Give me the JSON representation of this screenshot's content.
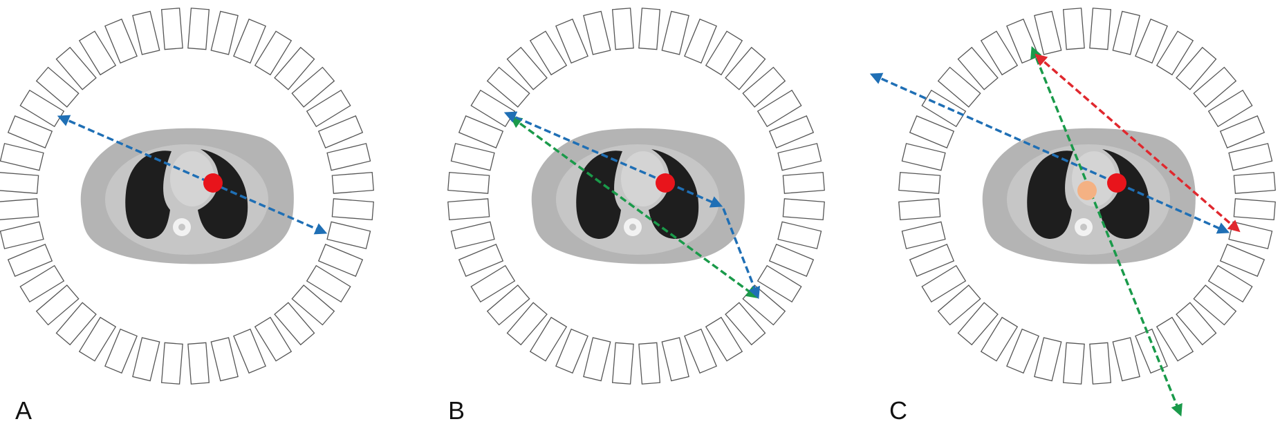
{
  "panels": [
    {
      "label": "A",
      "arrows": [
        "blue"
      ],
      "sources": [
        "red"
      ]
    },
    {
      "label": "B",
      "arrows": [
        "blue-scattered",
        "green"
      ],
      "sources": [
        "red"
      ]
    },
    {
      "label": "C",
      "arrows": [
        "blue",
        "red",
        "green"
      ],
      "sources": [
        "red",
        "orange"
      ]
    }
  ],
  "colors": {
    "blue": "#1f6fb5",
    "green": "#1a9a4a",
    "red": "#e0282e",
    "source_red": "#e8141b",
    "source_orange": "#f4b183",
    "detector_stroke": "#555555",
    "body": "#b4b4b4"
  },
  "detector_count": 40
}
